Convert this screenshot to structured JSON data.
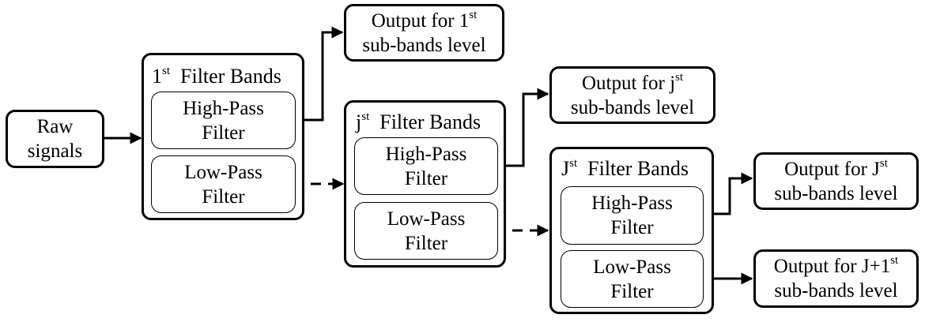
{
  "raw": {
    "line1": "Raw",
    "line2": "signals"
  },
  "banks": [
    {
      "title_base": "1",
      "title_sup": "st",
      "title_rest": "  Filter Bands",
      "high": {
        "line1": "High-Pass",
        "line2": "Filter"
      },
      "low": {
        "line1": "Low-Pass",
        "line2": "Filter"
      }
    },
    {
      "title_base": "j",
      "title_sup": "st",
      "title_rest": "  Filter Bands",
      "high": {
        "line1": "High-Pass",
        "line2": "Filter"
      },
      "low": {
        "line1": "Low-Pass",
        "line2": "Filter"
      }
    },
    {
      "title_base": "J",
      "title_sup": "st",
      "title_rest": "  Filter Bands",
      "high": {
        "line1": "High-Pass",
        "line2": "Filter"
      },
      "low": {
        "line1": "Low-Pass",
        "line2": "Filter"
      }
    }
  ],
  "outputs": [
    {
      "line1_base": "Output for 1",
      "line1_sup": "st",
      "line2": "sub-bands level"
    },
    {
      "line1_base": "Output for j",
      "line1_sup": "st",
      "line2": "sub-bands level"
    },
    {
      "line1_base": "Output for J",
      "line1_sup": "st",
      "line2": "sub-bands level"
    },
    {
      "line1_base": "Output for J+1",
      "line1_sup": "st",
      "line2": "sub-bands level"
    }
  ]
}
